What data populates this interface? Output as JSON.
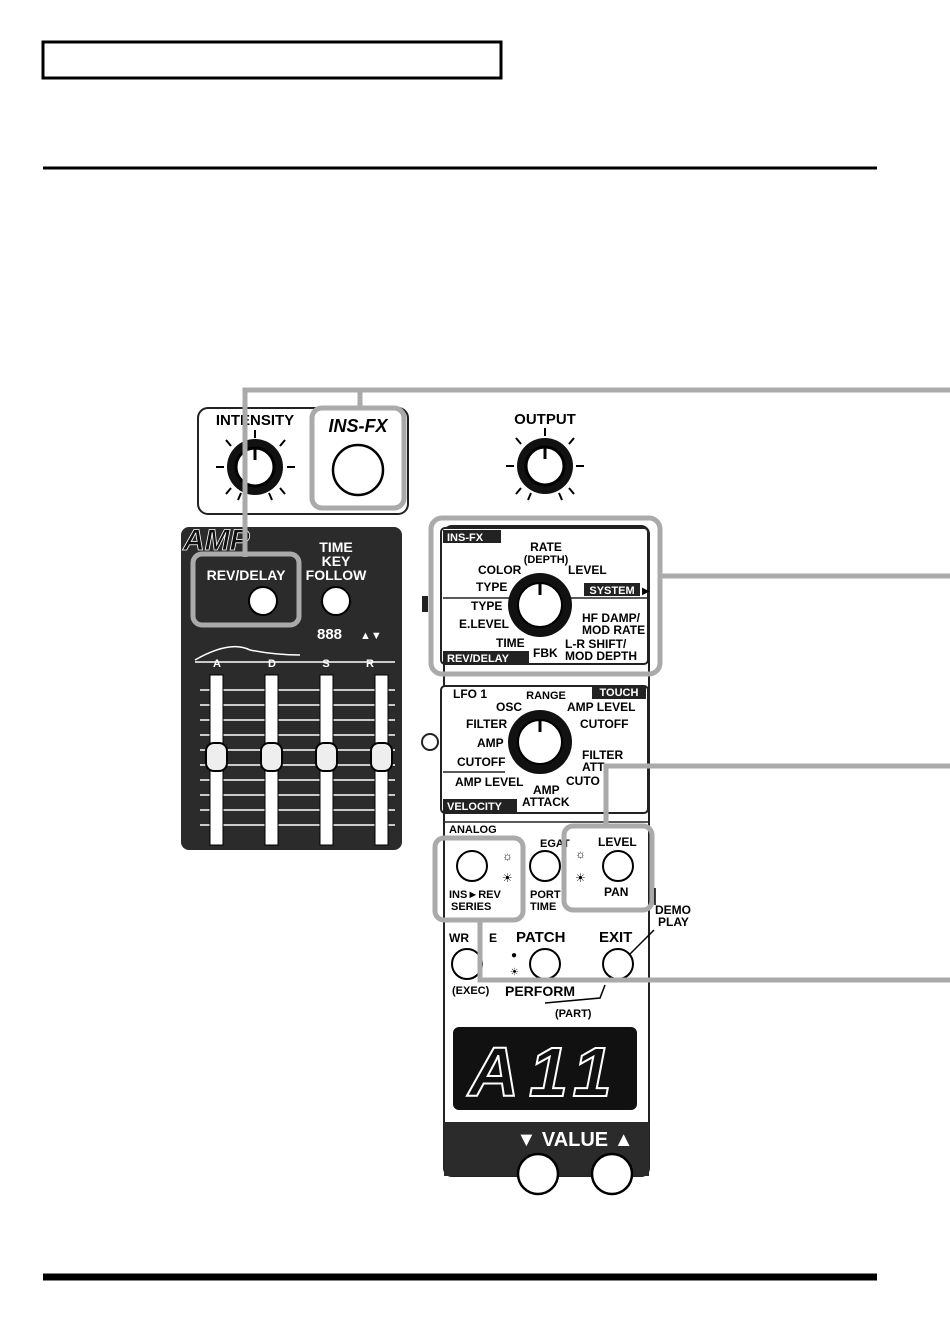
{
  "header": {
    "box_text": ""
  },
  "panel": {
    "intensity_label": "INTENSITY",
    "insfx_button_label": "INS-FX",
    "output_label": "OUTPUT",
    "amp_label": "AMP",
    "rev_delay_label": "REV/DELAY",
    "time_key_follow": [
      "TIME",
      "KEY",
      "FOLLOW"
    ],
    "seg_small": "888",
    "envelope_labels": [
      "A",
      "D",
      "S",
      "R"
    ],
    "insfx_selector": {
      "insfx_tag": "INS-FX",
      "rate": "RATE",
      "depth": "(DEPTH)",
      "color": "COLOR",
      "level": "LEVEL",
      "type1": "TYPE",
      "system_tag": "SYSTEM",
      "type2": "TYPE",
      "elevel": "E.LEVEL",
      "hf_damp": "HF DAMP/",
      "mod_rate": "MOD RATE",
      "time": "TIME",
      "fbk": "FBK",
      "lr_shift": "L-R SHIFT/",
      "mod_depth": "MOD DEPTH",
      "revdelay_tag": "REV/DELAY"
    },
    "lfo_selector": {
      "lfo1": "LFO 1",
      "range": "RANGE",
      "touch_tag": "TOUCH",
      "osc": "OSC",
      "amp_level": "AMP LEVEL",
      "filter": "FILTER",
      "cutoff_r": "CUTOFF",
      "amp": "AMP",
      "cutoff_l": "CUTOFF",
      "filter_att": "FILTER",
      "att": "ATT",
      "amp_level_v": "AMP LEVEL",
      "amp_v": "AMP",
      "cuto": "CUTO",
      "attack": "ATTACK",
      "velocity_tag": "VELOCITY"
    },
    "analog_label": "ANALOG",
    "legato_partial": "EGAT",
    "porta_partial": "PORT",
    "time_partial": "TIME",
    "ins_rev": "INS►REV",
    "series": "SERIES",
    "level_label": "LEVEL",
    "pan_label": "PAN",
    "demo": "DEMO",
    "play": "PLAY",
    "write_l": "WR",
    "write_r": "E",
    "exec": "(EXEC)",
    "patch": "PATCH",
    "exit": "EXIT",
    "perform": "PERFORM",
    "part": "(PART)",
    "display_text": "A11",
    "value_label": "▼ VALUE ▲"
  }
}
